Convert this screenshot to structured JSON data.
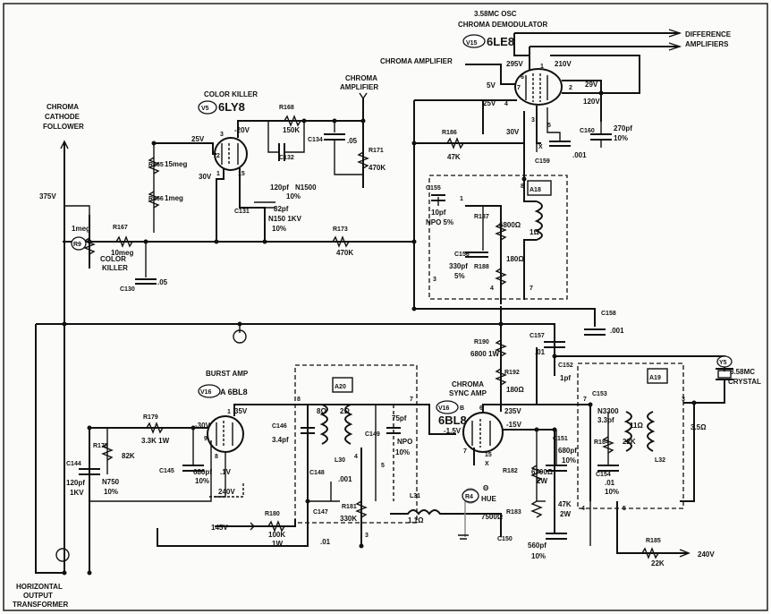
{
  "labels": {
    "osc_freq": "3.58MC OSC",
    "chroma_demod": "CHROMA DEMODULATOR",
    "v15": "V15",
    "tube_6le8": "6LE8",
    "difference_amps_1": "DIFFERENCE",
    "difference_amps_2": "AMPLIFIERS",
    "chroma_amplifier_top": "CHROMA AMPLIFIER",
    "chroma_amplifier_1": "CHROMA",
    "chroma_amplifier_2": "AMPLIFIER",
    "color_killer_title": "COLOR KILLER",
    "v5": "V5",
    "tube_6ly8": "6LY8",
    "chroma_cathode_1": "CHROMA",
    "chroma_cathode_2": "CATHODE",
    "chroma_cathode_3": "FOLLOWER",
    "color_killer_1": "COLOR",
    "color_killer_2": "KILLER",
    "burst_amp": "BURST AMP",
    "v16a": "V16",
    "v16a_sec": "A 6BL8",
    "chroma_sync_1": "CHROMA",
    "chroma_sync_2": "SYNC AMP",
    "v16b": "V16",
    "v16b_sec": "B",
    "tube_6bl8": "6BL8",
    "hot_1": "HORIZONTAL",
    "hot_2": "OUTPUT",
    "hot_3": "TRANSFORMER",
    "crystal_1": "3.58MC",
    "crystal_2": "CRYSTAL",
    "y5": "Y5",
    "a18": "A18",
    "a19": "A19",
    "a20": "A20",
    "hue_1": "HUE",
    "hue_2": "7500Ω",
    "r4": "R4",
    "theta": "Θ",
    "l31": "L31",
    "l31_val": "1.1Ω",
    "l30": "L30",
    "l32": "L32"
  },
  "refs": {
    "r168": "R168",
    "r168_v": "150K",
    "c134": "C134",
    "c134_v": ".05",
    "r171": "R171",
    "r171_v": "470K",
    "r165": "R165",
    "r165_v": "15meg",
    "r166": "R166",
    "r166_v": "1meg",
    "c132": "C132",
    "c132_v1": "120pf",
    "c132_v2": "N1500",
    "c132_v3": "10%",
    "c131": "C131",
    "c131_v1": "82pf",
    "c131_v2": "N150 1KV",
    "c131_v3": "10%",
    "r173": "R173",
    "r173_v": "470K",
    "r167": "R167",
    "r167_v": "10meg",
    "r9": "R9",
    "r9_v": "1meg",
    "c130": "C130",
    "c130_v": ".05",
    "r186": "R186",
    "r186_v": "47K",
    "c155": "C155",
    "c155_v1": "10pf",
    "c155_v2": "NPO 5%",
    "r187": "R187",
    "r187_v": "6800Ω",
    "a18_coil": "1Ω",
    "c156": "C156",
    "c156_v1": "330pf",
    "c156_v2": "5%",
    "r188": "R188",
    "r188_v": "180Ω",
    "c160": "C160",
    "c160_v1": "270pf",
    "c160_v2": "10%",
    "c159": "C159",
    "c159_v": ".001",
    "c158": "C158",
    "c158_v": ".001",
    "r190": "R190",
    "r190_v": "6800 1W",
    "c157": "C157",
    "c157_v": ".01",
    "r192": "R192",
    "r192_v": "180Ω",
    "c152": "C152",
    "c152_v": "1pf",
    "c153": "C153",
    "c153_v1": "N3300",
    "c153_v2": "3.3pf",
    "a19_l": "11Ω",
    "a19_r": "3.5Ω",
    "r184": "R184",
    "r184_v": "22K",
    "c154": "C154",
    "c154_v1": ".01",
    "c154_v2": "10%",
    "r185": "R185",
    "r185_v": "22K",
    "c151": "C151",
    "c151_v1": "680pf",
    "c151_v2": "10%",
    "r182": "R182",
    "r182_v1": "6700Ω",
    "r182_v2": "2W",
    "r183": "R183",
    "r183_v1": "47K",
    "r183_v2": "2W",
    "c150": "C150",
    "c150_v1": "560pf",
    "c150_v2": "10%",
    "r179": "R179",
    "r179_v": "3.3K 1W",
    "r178": "R178",
    "r178_v": "82K",
    "c144": "C144",
    "c144_v1": "120pf",
    "c144_v2": "1KV",
    "c144_v3": "N750",
    "c144_v4": "10%",
    "c145": "C145",
    "c145_v1": "680pf",
    "c145_v2": "10%",
    "c146": "C146",
    "c146_v": "3.4pf",
    "a20_l": "8Ω",
    "a20_r": "2Ω",
    "c148": "C148",
    "c148_v": ".001",
    "c147": "C147",
    "c147_v": ".01",
    "r180": "R180",
    "r180_v1": "100K",
    "r180_v2": "1W",
    "r181": "R181",
    "r181_v": "330K",
    "c149": "C149",
    "c149_v1": "75pf",
    "c149_v2": "NPO",
    "c149_v3": "10%"
  },
  "voltages": {
    "v295": "295V",
    "v210": "210V",
    "v5": "5V",
    "v29": "29V",
    "v25a": "25V",
    "v120": "120V",
    "v30": "30V",
    "vm20": "-20V",
    "v25b": "25V",
    "v30b": "30V",
    "v375": "375V",
    "v235": "235V",
    "vm15": "-15V",
    "vm1_5": "-1.5V",
    "vm30": "-30V",
    "v35": "35V",
    "v1": ".1V",
    "v240a": "240V",
    "v240b": "240V",
    "v145": "145V"
  },
  "pins": {
    "p1": "1",
    "p2": "2",
    "p3": "3",
    "p4": "4",
    "p5": "5",
    "p6": "6",
    "p7": "7",
    "p8": "8",
    "p9": "9",
    "p15": "15",
    "x": "X"
  }
}
